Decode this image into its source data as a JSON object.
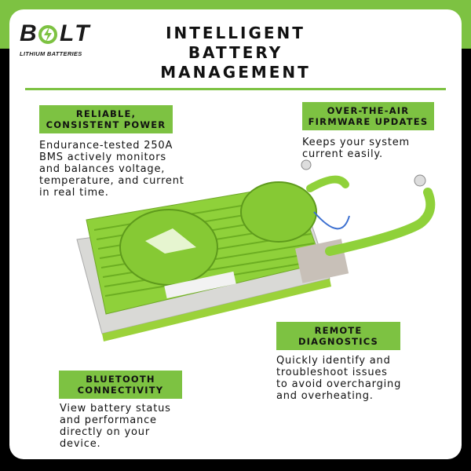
{
  "brand": {
    "name": "BOLT",
    "tagline": "LITHIUM BATTERIES"
  },
  "title": {
    "lines": [
      "INTELLIGENT",
      "BATTERY",
      "MANAGEMENT"
    ]
  },
  "features": [
    {
      "heading": [
        "RELIABLE,",
        "CONSISTENT POWER"
      ],
      "text": "Endurance-tested 250A BMS actively monitors and balances voltage, temperature, and current in real time."
    },
    {
      "heading": [
        "OVER-THE-AIR",
        "FIRMWARE UPDATES"
      ],
      "text": "Keeps your system current easily."
    },
    {
      "heading": [
        "REMOTE",
        "DIAGNOSTICS"
      ],
      "text": "Quickly identify and troubleshoot issues to avoid overcharging and overheating."
    },
    {
      "heading": [
        "BLUETOOTH",
        "CONNECTIVITY"
      ],
      "text": "View battery status and performance directly on your device."
    }
  ],
  "colors": {
    "accent": "#7dc242",
    "frame": "#000000",
    "text": "#111111"
  }
}
